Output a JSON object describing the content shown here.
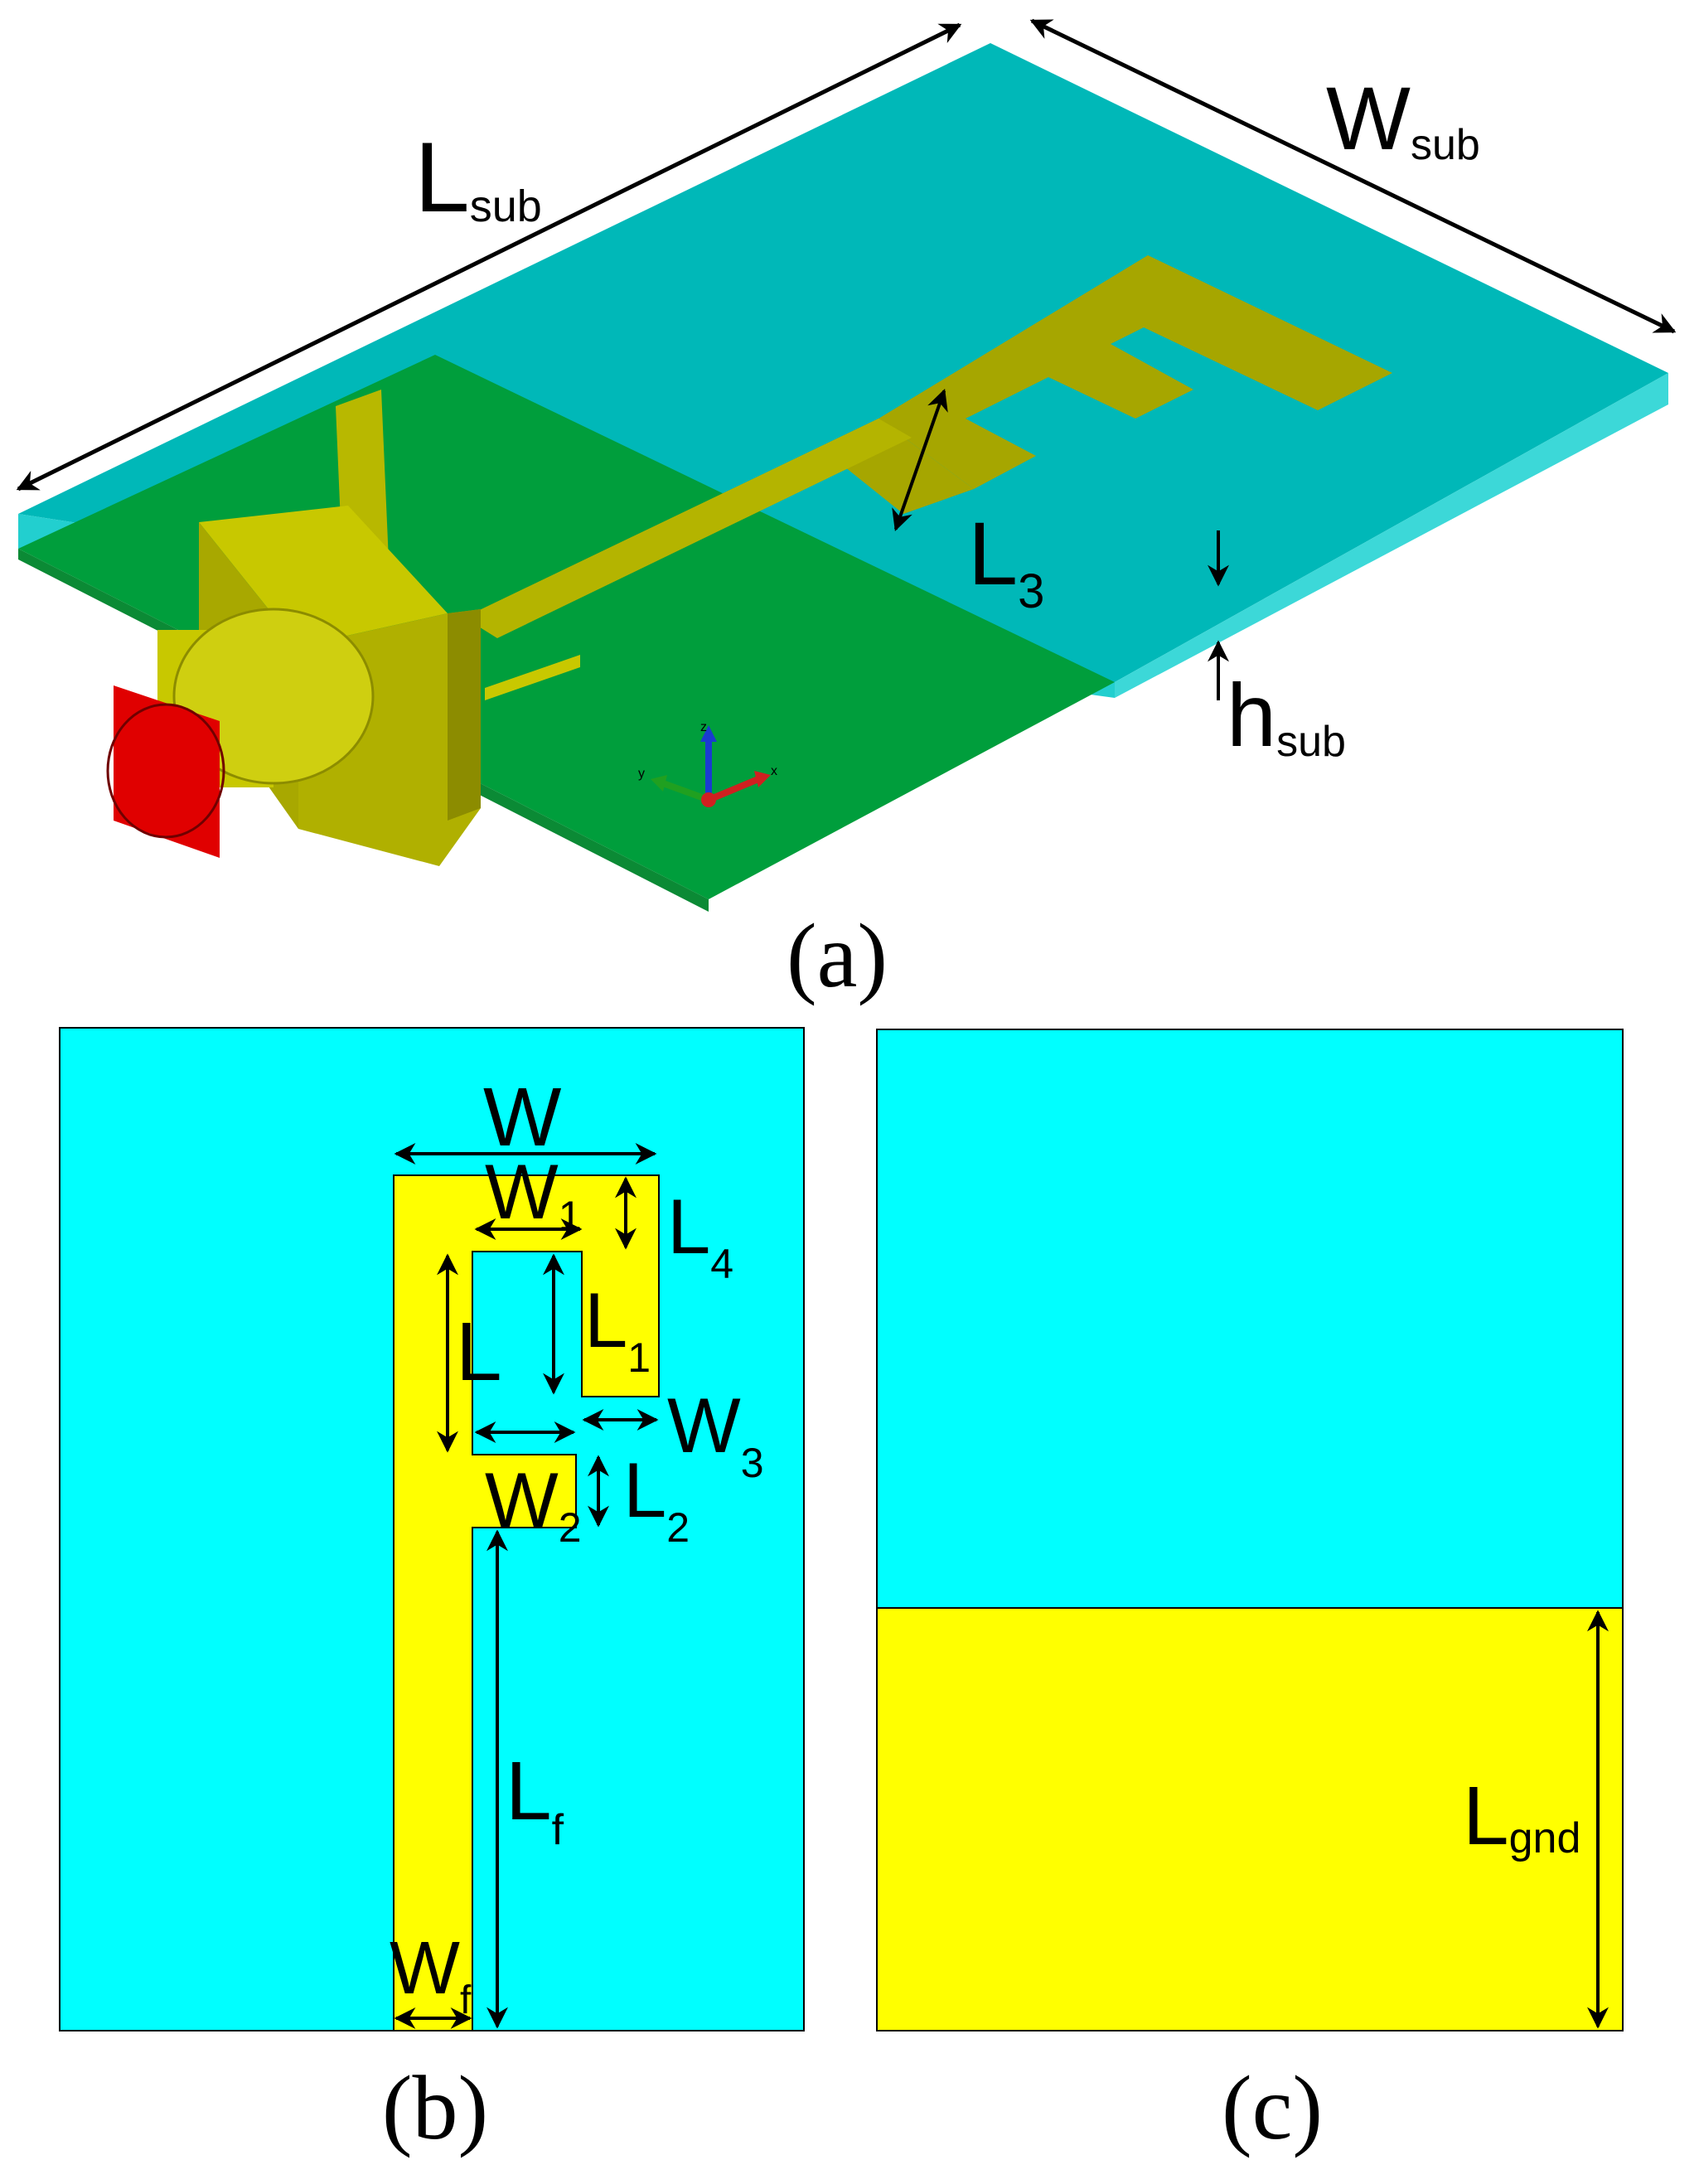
{
  "panels": {
    "a": {
      "caption": "(a)",
      "labels": {
        "lsub": {
          "main": "L",
          "sub": "sub"
        },
        "wsub": {
          "main": "W",
          "sub": "sub"
        },
        "l3": {
          "main": "L",
          "sub": "3"
        },
        "hsub": {
          "main": "h",
          "sub": "sub"
        },
        "axis_x": "x",
        "axis_y": "y",
        "axis_z": "z"
      }
    },
    "b": {
      "caption": "(b)",
      "labels": {
        "w": {
          "main": "W",
          "sub": ""
        },
        "w1": {
          "main": "W",
          "sub": "1"
        },
        "l4": {
          "main": "L",
          "sub": "4"
        },
        "l": {
          "main": "L",
          "sub": ""
        },
        "l1": {
          "main": "L",
          "sub": "1"
        },
        "w3": {
          "main": "W",
          "sub": "3"
        },
        "w2": {
          "main": "W",
          "sub": "2"
        },
        "l2": {
          "main": "L",
          "sub": "2"
        },
        "lf": {
          "main": "L",
          "sub": "f"
        },
        "wf": {
          "main": "W",
          "sub": "f"
        }
      }
    },
    "c": {
      "caption": "(c)",
      "labels": {
        "lgnd": {
          "main": "L",
          "sub": "gnd"
        }
      }
    }
  },
  "colors": {
    "substrate_top": "#00B8B8",
    "substrate_side": "#20D0D0",
    "ground_plane": "#009E3C",
    "metal_3d": "#A6A600",
    "metal_3d_light": "#C8C800",
    "connector_face": "#E00000",
    "substrate_2d": "#00FFFF",
    "metal_2d": "#FFFF00"
  }
}
